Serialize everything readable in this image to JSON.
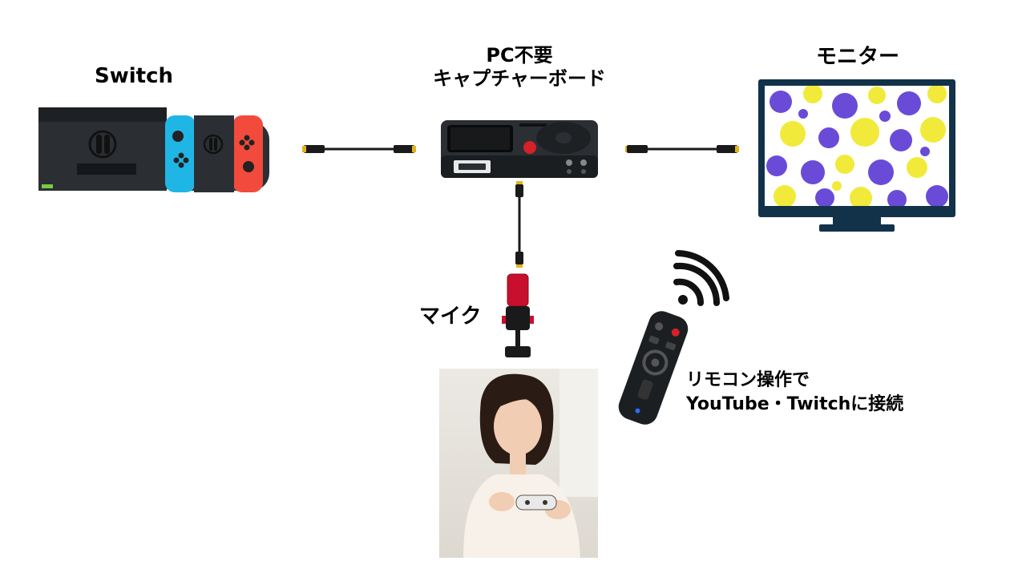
{
  "labels": {
    "switch": "Switch",
    "capture_line1": "PC不要",
    "capture_line2": "キャプチャーボード",
    "monitor": "モニター",
    "mic": "マイク",
    "remote_line1": "リモコン操作で",
    "remote_line2": "YouTube・Twitchに接続"
  },
  "colors": {
    "joycon_left": "#1fb6e6",
    "joycon_right": "#f24a3c",
    "device_dark": "#2b2f33",
    "cable": "#1a1a1a",
    "connector": "#e6b21a",
    "monitor_frame": "#12324a",
    "splat_purple": "#6a4bd8",
    "splat_yellow": "#f1ea3a",
    "record_red": "#d6202a",
    "mic_red": "#c8102e"
  },
  "icons": [
    "switch-console-icon",
    "capture-board-icon",
    "monitor-icon",
    "microphone-icon",
    "remote-control-icon",
    "wireless-signal-icon",
    "hdmi-cable-icon",
    "usb-cable-icon"
  ]
}
